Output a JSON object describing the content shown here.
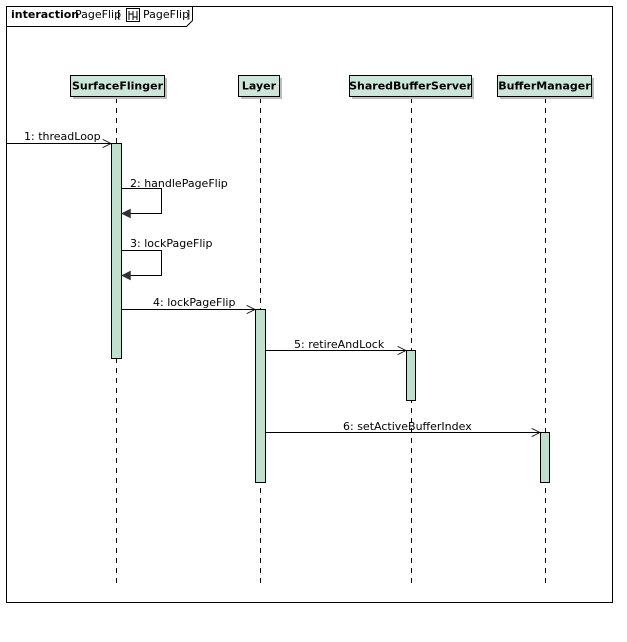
{
  "frame": {
    "keyword": "interaction",
    "name": "PageFlip",
    "bracket_open": "[",
    "bracket_close": "]",
    "diagram_ref": "PageFlip",
    "diagram_icon": "sequence-diagram-icon"
  },
  "lifelines": [
    {
      "id": "surfaceflinger",
      "name": "SurfaceFlinger"
    },
    {
      "id": "layer",
      "name": "Layer"
    },
    {
      "id": "sharedbufferserver",
      "name": "SharedBufferServer"
    },
    {
      "id": "buffermanager",
      "name": "BufferManager"
    }
  ],
  "messages": [
    {
      "label": "1:  threadLoop"
    },
    {
      "label": "2:  handlePageFlip"
    },
    {
      "label": "3:  lockPageFlip"
    },
    {
      "label": "4:  lockPageFlip"
    },
    {
      "label": "5:  retireAndLock"
    },
    {
      "label": "6:  setActiveBufferIndex"
    }
  ],
  "colors": {
    "lifeline_fill": "#cce6d9",
    "activation_fill": "#bfe0cf",
    "line": "#000000",
    "shadow": "#bdbdbd"
  }
}
